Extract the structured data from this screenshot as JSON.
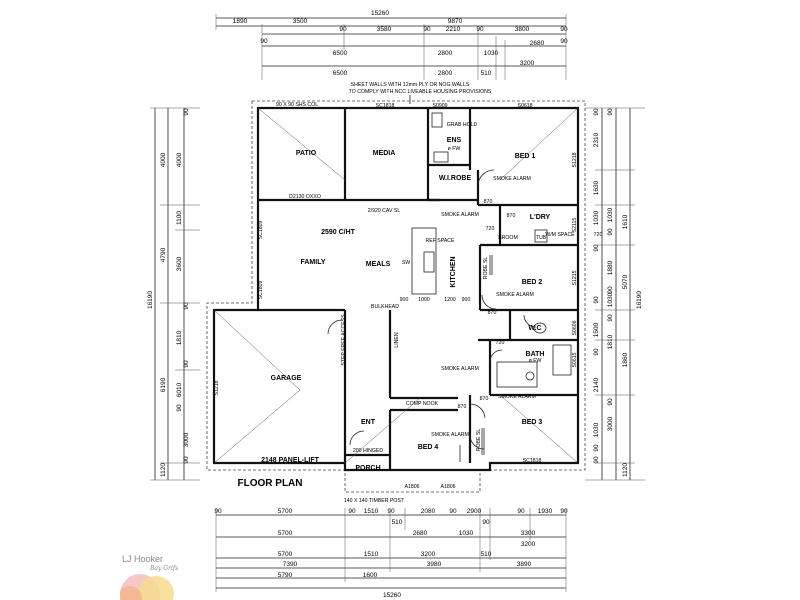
{
  "plan": {
    "title": "FLOOR PLAN",
    "notes": {
      "sheet_walls": "SHEET WALLS WITH 12mm PLY OR NOG WALLS",
      "ncc": "TO COMPLY WITH NCC LIVEABLE HOUSING PROVISIONS",
      "shs_col": "90 X 90 SHS COL",
      "timber_post": "140 X 140 TIMBER POST",
      "panel_lift": "2148 PANEL-LIFT",
      "ceiling": "2590 C/HT",
      "cav_sl": "2/920 CAV SL",
      "bulkhead": "BULKHEAD",
      "hinged": "200 HINGED",
      "door_oxxo": "D2130 OXXO"
    },
    "rooms": {
      "patio": "PATIO",
      "media": "MEDIA",
      "ens": "ENS",
      "bed1": "BED 1",
      "wirobe": "W.I.ROBE",
      "family": "FAMILY",
      "meals": "MEALS",
      "kitchen": "KITCHEN",
      "ldry": "L'DRY",
      "bed2": "BED 2",
      "garage": "GARAGE",
      "bath": "BATH",
      "wc": "W.C",
      "bed3": "BED 3",
      "bed4": "BED 4",
      "ent": "ENT",
      "porch": "PORCH",
      "comp_nook": "COMP NOOK",
      "linen": "LINEN"
    },
    "small_labels": {
      "smoke_alarm": "SMOKE ALARM",
      "fw": "ø FW",
      "robe_sl": "ROBE SL",
      "broom": "BROOM",
      "tub": "TUB",
      "wm_space": "W/M SPACE",
      "fridge_space": "REF SPACE",
      "step_free": "STEP FREE ACCESS",
      "grab": "GRAB HOLD",
      "sw": "SW"
    },
    "windows": {
      "top1": "SC1818",
      "top2": "S0909",
      "top3": "S0618",
      "right1": "S1218",
      "right2": "S2115",
      "right3": "S1215",
      "right4": "S0606",
      "right5": "S0615",
      "left1": "SC1809",
      "left2": "SC1809",
      "garage_left": "S1218",
      "bottom1": "SC1818",
      "bottom2": "A1806",
      "bottom3": "A1806"
    },
    "interior_dims": {
      "d720a": "720",
      "d720b": "720",
      "d870a": "870",
      "d870b": "870",
      "d870c": "870",
      "d870d": "870",
      "d870e": "870",
      "d1000": "1000",
      "d1200": "1200",
      "d900a": "900",
      "d900b": "900",
      "d720c": "720"
    },
    "dims_top": {
      "total": "15260",
      "row1": [
        "1890",
        "3500",
        "9870"
      ],
      "row2": [
        "90",
        "3580",
        "90",
        "2210",
        "90",
        "3800",
        "90"
      ],
      "row3": [
        "90",
        "6500",
        "2800",
        "1030",
        "2680",
        "90"
      ],
      "row4": [
        "6500",
        "2800",
        "510",
        "3200"
      ]
    },
    "dims_bottom": {
      "total": "15260",
      "row1": [
        "90",
        "5700",
        "90",
        "1510",
        "90",
        "2080",
        "90",
        "2900",
        "90",
        "1930",
        "90"
      ],
      "row2": [
        "5700",
        "510",
        "2680",
        "1030",
        "90",
        "3300"
      ],
      "row3": [
        "5700",
        "1510",
        "3200",
        "510",
        "3200"
      ],
      "row4": [
        "7390",
        "3980",
        "3890"
      ],
      "row5": [
        "5790",
        "1600"
      ]
    },
    "dims_left": {
      "total": "16190",
      "outer": [
        "4000",
        "4790",
        "6190",
        "1120"
      ],
      "mid": [
        "4000",
        "1100",
        "3600",
        "1810",
        "6010",
        "90"
      ],
      "inner": [
        "90",
        "90",
        "90",
        "3000",
        "90"
      ]
    },
    "dims_right": {
      "total": "16190",
      "outer": [
        "2310",
        "1630",
        "1610",
        "5070",
        "1500",
        "1860",
        "2140",
        "1120"
      ],
      "mid": [
        "90",
        "1030",
        "90",
        "1880",
        "90",
        "1030",
        "90",
        "1810",
        "90",
        "3000"
      ],
      "inner": [
        "90",
        "1030",
        "90",
        "90",
        "90",
        "1030",
        "90",
        "90"
      ]
    }
  },
  "brand": {
    "name": "LJ Hooker",
    "tagline": "Bay Grifs",
    "colors": [
      "#f7c7c4",
      "#f6dc8e",
      "#f4b183"
    ]
  }
}
